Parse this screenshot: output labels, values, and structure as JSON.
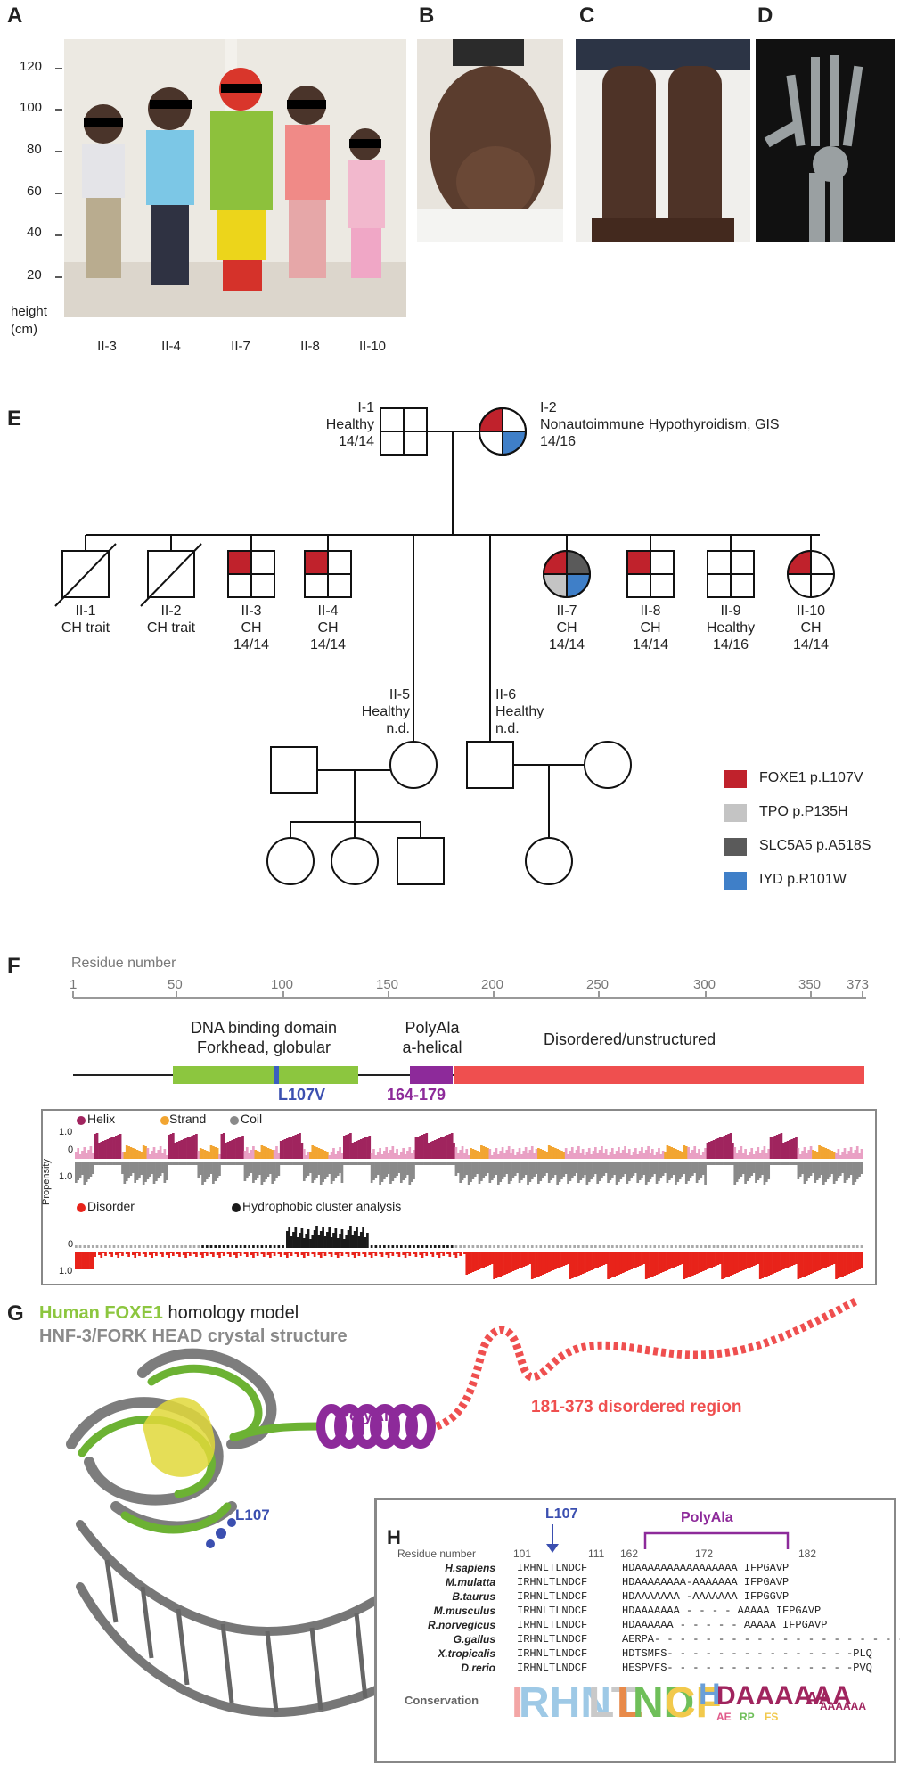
{
  "panels": {
    "a": "A",
    "b": "B",
    "c": "C",
    "d": "D",
    "e": "E",
    "f": "F",
    "g": "G",
    "h": "H"
  },
  "panelA": {
    "yticks": [
      "120",
      "100",
      "80",
      "60",
      "40",
      "20"
    ],
    "yaxis_label": "height\n(cm)",
    "subjects": [
      "II-3",
      "II-4",
      "II-7",
      "II-8",
      "II-10"
    ]
  },
  "pedigree": {
    "i1": {
      "id": "I-1",
      "status": "Healthy",
      "score": "14/14"
    },
    "i2": {
      "id": "I-2",
      "status": "Nonautoimmune Hypothyroidism, GIS",
      "score": "14/16"
    },
    "children": [
      {
        "id": "II-1",
        "status": "CH trait",
        "score": ""
      },
      {
        "id": "II-2",
        "status": "CH trait",
        "score": ""
      },
      {
        "id": "II-3",
        "status": "CH",
        "score": "14/14"
      },
      {
        "id": "II-4",
        "status": "CH",
        "score": "14/14"
      },
      {
        "id": "II-7",
        "status": "CH",
        "score": "14/14"
      },
      {
        "id": "II-8",
        "status": "CH",
        "score": "14/14"
      },
      {
        "id": "II-9",
        "status": "Healthy",
        "score": "14/16"
      },
      {
        "id": "II-10",
        "status": "CH",
        "score": "14/14"
      }
    ],
    "ii5": {
      "id": "II-5",
      "status": "Healthy",
      "score": "n.d."
    },
    "ii6": {
      "id": "II-6",
      "status": "Healthy",
      "score": "n.d."
    },
    "legend": [
      {
        "label": "FOXE1 p.L107V",
        "color": "#c0222c"
      },
      {
        "label": "TPO p.P135H",
        "color": "#c4c4c4"
      },
      {
        "label": "SLC5A5 p.A518S",
        "color": "#5a5a5a"
      },
      {
        "label": "IYD p.R101W",
        "color": "#3f7fc8"
      }
    ]
  },
  "panelF": {
    "axis_title": "Residue number",
    "ticks": [
      "1",
      "50",
      "100",
      "150",
      "200",
      "250",
      "300",
      "350",
      "373"
    ],
    "domain1": "DNA binding domain\nForkhead, globular",
    "domain2": "PolyAla\na-helical",
    "domain3": "Disordered/unstructured",
    "mut_label": "L107V",
    "polyala_range": "164-179",
    "legend_helix": "Helix",
    "legend_strand": "Strand",
    "legend_coil": "Coil",
    "legend_disorder": "Disorder",
    "legend_hca": "Hydrophobic cluster analysis",
    "ylabel": "Propensity",
    "y1": "1.0",
    "y0": "0",
    "colors": {
      "helix": "#a0245e",
      "strand": "#f2a531",
      "coil": "#8a8a8a",
      "disorder": "#e8231a",
      "hca": "#1a1a1a",
      "domain": "#8cc63f",
      "polyala": "#8d2a9a",
      "disordered": "#ef4f4f"
    }
  },
  "panelG": {
    "title1_bold": "Human FOXE1",
    "title1_rest": " homology model",
    "title2": "HNF-3/FORK HEAD crystal structure",
    "polyala": "PolyAla",
    "disordered": "181-373 disordered region",
    "l107": "L107"
  },
  "panelH": {
    "header": "Residue number",
    "l107": "L107",
    "polyala": "PolyAla",
    "numbers": [
      "101",
      "111",
      "162",
      "172",
      "182"
    ],
    "species": [
      {
        "name": "H.sapiens",
        "seq": "IRHNLTLNDCF",
        "seq2": "HDAAAAAAAAAAAAAAAA IFPGAVP"
      },
      {
        "name": "M.mulatta",
        "seq": "IRHNLTLNDCF",
        "seq2": "HDAAAAAAAA-AAAAAAA IFPGAVP"
      },
      {
        "name": "B.taurus",
        "seq": "IRHNLTLNDCF",
        "seq2": "HDAAAAAAA -AAAAAAA IFPGGVP"
      },
      {
        "name": "M.musculus",
        "seq": "IRHNLTLNDCF",
        "seq2": "HDAAAAAAA - - - - AAAAA IFPGAVP"
      },
      {
        "name": "R.norvegicus",
        "seq": "IRHNLTLNDCF",
        "seq2": "HDAAAAAA - - - - - AAAAA IFPGAVP"
      },
      {
        "name": "G.gallus",
        "seq": "IRHNLTLNDCF",
        "seq2": "AERPA- - - - - - - - - - - - - - - - - - - -"
      },
      {
        "name": "X.tropicalis",
        "seq": "IRHNLTLNDCF",
        "seq2": "HDTSMFS- - - - - - - - - - - - - - -PLQ"
      },
      {
        "name": "D.rerio",
        "seq": "IRHNLTLNDCF",
        "seq2": "HESPVFS- - - - - - - - - - - - - - -PVQ"
      }
    ],
    "conservation": "Conservation"
  }
}
